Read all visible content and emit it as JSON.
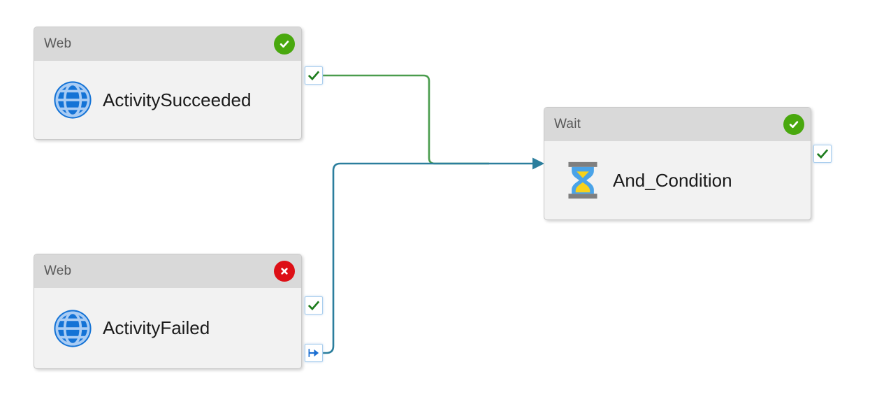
{
  "canvas": {
    "background": "#ffffff"
  },
  "nodes": {
    "succeeded": {
      "type": "Web",
      "name": "ActivitySucceeded",
      "status": "Succeeded",
      "icon": "globe",
      "ports": [
        "success"
      ]
    },
    "failed": {
      "type": "Web",
      "name": "ActivityFailed",
      "status": "Failed",
      "icon": "globe",
      "ports": [
        "success",
        "completion"
      ]
    },
    "wait": {
      "type": "Wait",
      "name": "And_Condition",
      "status": "Succeeded",
      "icon": "hourglass",
      "ports": [
        "success"
      ]
    }
  },
  "connections": [
    {
      "from": "ActivitySucceeded",
      "from_port": "success",
      "to": "And_Condition",
      "color": "#4a9c4d"
    },
    {
      "from": "ActivityFailed",
      "from_port": "completion",
      "to": "And_Condition",
      "color": "#2b7e9d"
    }
  ],
  "colors": {
    "node_header_bg": "#d9d9d9",
    "node_body_bg": "#f2f2f2",
    "node_border": "#c9c9c9",
    "header_text": "#595959",
    "name_text": "#1b1b1b",
    "badge_success": "#49a80e",
    "badge_error": "#dd0f16",
    "link_success": "#4a9c4d",
    "link_completion": "#2b7e9d",
    "port_border": "#abcfee",
    "port_check": "#1e7d1e",
    "port_completion_arrow": "#1b6fd2",
    "globe_fill": "#1473d6",
    "globe_grid": "#a9ccf4",
    "hourglass_glass": "#4aa3e8",
    "hourglass_sand": "#f8d21a",
    "hourglass_caps": "#7f7f7f"
  }
}
